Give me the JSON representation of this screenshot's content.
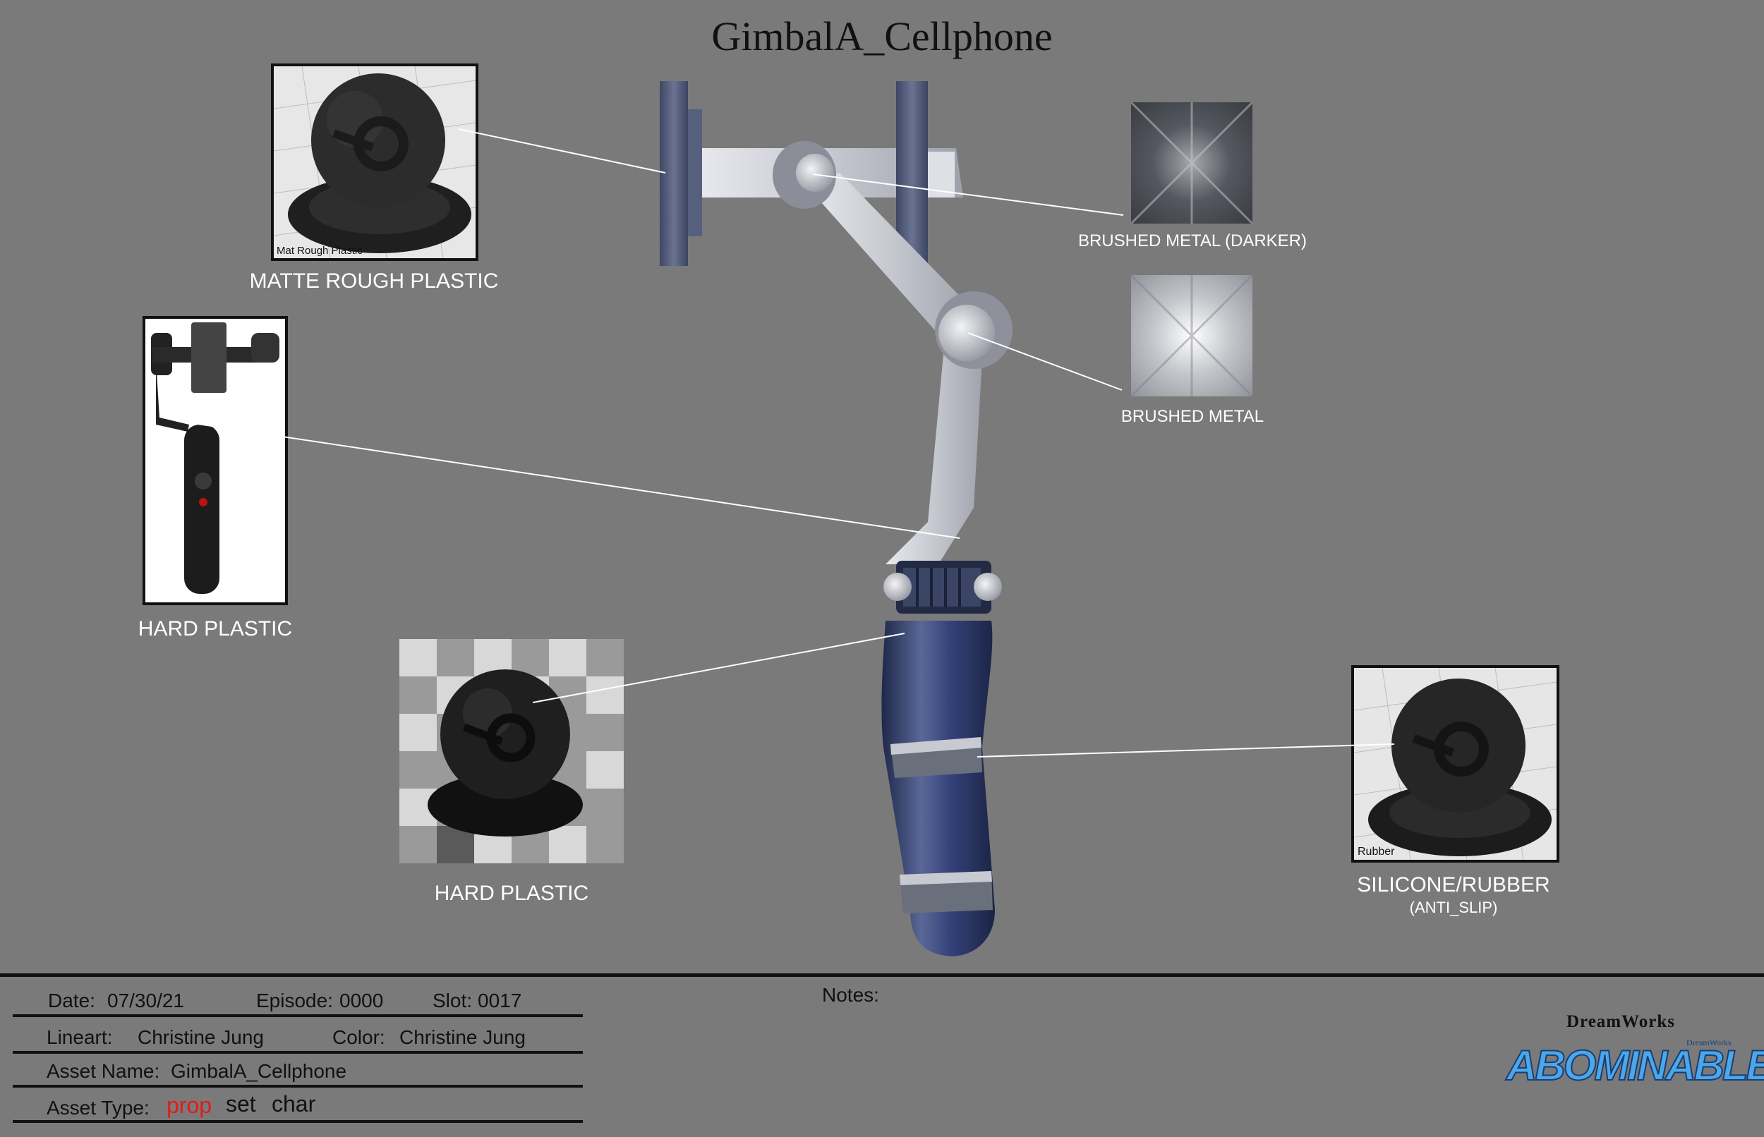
{
  "title": "GimbalA_Cellphone",
  "swatches": {
    "matte_rough_plastic": {
      "label": "MATTE ROUGH PLASTIC",
      "caption": "Mat Rough Plastic"
    },
    "hard_plastic_photo": {
      "label": "HARD PLASTIC"
    },
    "hard_plastic_sphere": {
      "label": "HARD PLASTIC"
    },
    "brushed_metal_darker": {
      "label": "BRUSHED METAL (DARKER)"
    },
    "brushed_metal": {
      "label": "BRUSHED METAL"
    },
    "silicone_rubber": {
      "label": "SILICONE/RUBBER",
      "sublabel": "(ANTI_SLIP)",
      "caption": "Rubber"
    }
  },
  "colors": {
    "background": "#7a7a7a",
    "handle_blue": "#2e3b66",
    "metal_light": "#c9cbd3",
    "red_text": "#e21b1b"
  },
  "footer": {
    "date_label": "Date:",
    "date": "07/30/21",
    "episode_label": "Episode:",
    "episode": "0000",
    "slot_label": "Slot:",
    "slot": "0017",
    "lineart_label": "Lineart:",
    "lineart": "Christine Jung",
    "color_label": "Color:",
    "color": "Christine Jung",
    "asset_name_label": "Asset Name:",
    "asset_name": "GimbalA_Cellphone",
    "asset_type_label": "Asset Type:",
    "asset_types": [
      "prop",
      "set",
      "char"
    ],
    "notes_label": "Notes:"
  },
  "logos": {
    "studio": "DreamWorks",
    "studio_small": "DreamWorks",
    "film": "ABOMINABLE"
  }
}
